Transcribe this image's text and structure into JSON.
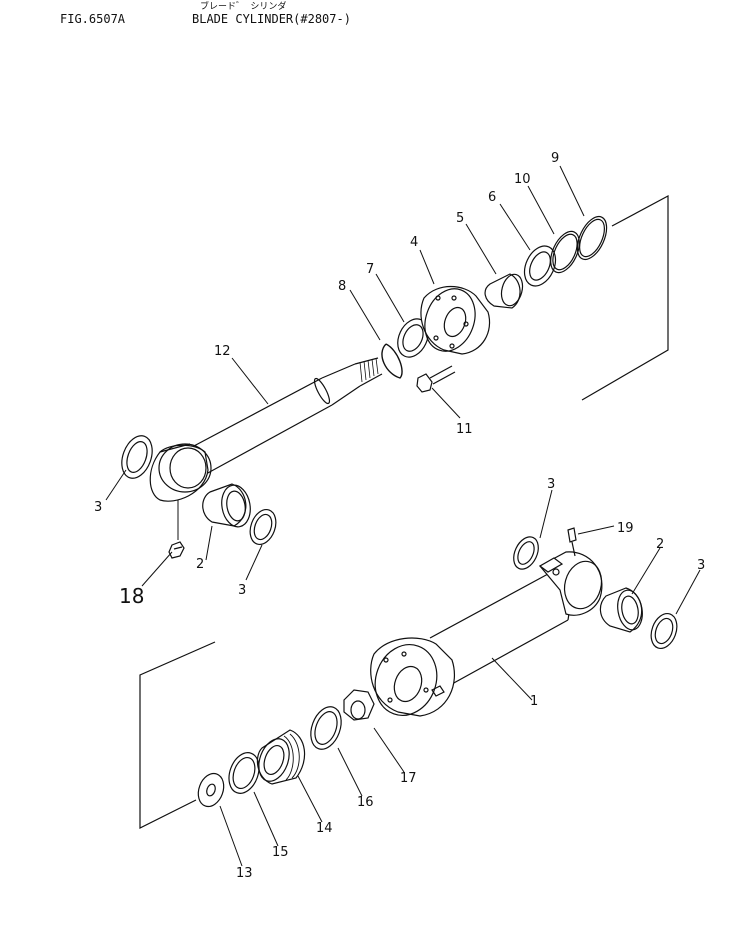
{
  "header": {
    "figure_id": "FIG.6507A",
    "title": "BLADE CYLINDER(#2807-)",
    "title_kana": "ブレード゛ シリンダ"
  },
  "callouts": {
    "p1": "1",
    "p2a": "2",
    "p2b": "2",
    "p3a": "3",
    "p3b": "3",
    "p3c": "3",
    "p3d": "3",
    "p4": "4",
    "p5": "5",
    "p6": "6",
    "p7": "7",
    "p8": "8",
    "p9": "9",
    "p10": "10",
    "p11": "11",
    "p12": "12",
    "p13": "13",
    "p14": "14",
    "p15": "15",
    "p16": "16",
    "p17": "17",
    "p18": "18",
    "p19": "19"
  }
}
